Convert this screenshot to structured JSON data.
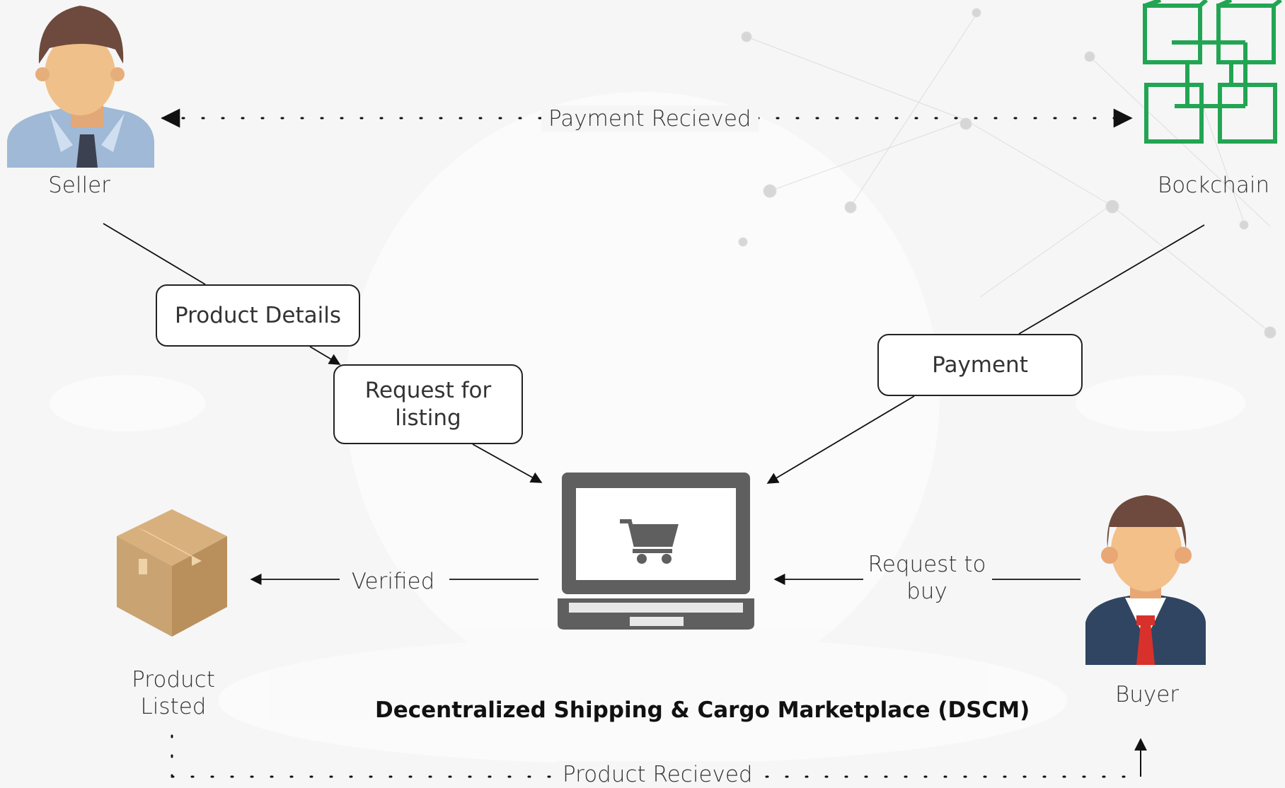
{
  "diagram": {
    "title": "Decentralized Shipping & Cargo Marketplace (DSCM)",
    "nodes": {
      "seller": "Seller",
      "blockchain": "Bockchain",
      "product_listed": "Product Listed",
      "buyer": "Buyer",
      "marketplace": "marketplace-laptop"
    },
    "edges": {
      "payment_received": "Payment Recieved",
      "product_details": "Product Details",
      "request_listing_1": "Request for",
      "request_listing_2": "listing",
      "payment": "Payment",
      "verified": "Verified",
      "request_buy_1": "Request to",
      "request_buy_2": "buy",
      "product_received": "Product Recieved"
    },
    "label_lines": {
      "product_listed_1": "Product",
      "product_listed_2": "Listed"
    },
    "colors": {
      "blockchain_green": "#22a553",
      "laptop_gray": "#5f5f5f",
      "box_brown": "#c9a372"
    }
  }
}
